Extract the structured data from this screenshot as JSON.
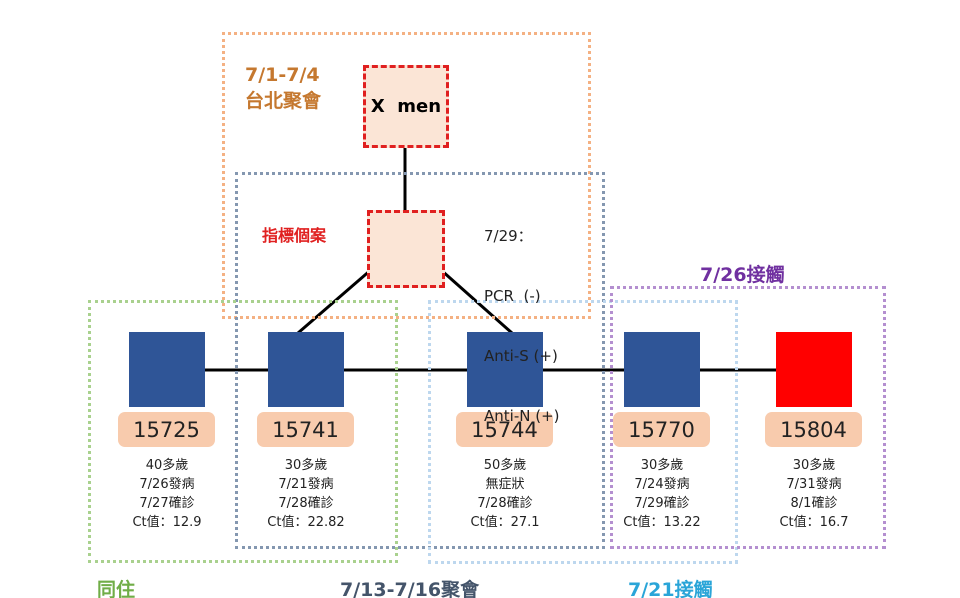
{
  "groups": {
    "taipei": {
      "date": "7/1-7/4",
      "name": "台北聚會",
      "color": "#c5782f"
    },
    "gathering": {
      "label": "7/13-7/16聚會",
      "color": "#44546a"
    },
    "household": {
      "label": "同住",
      "color": "#70ad47"
    },
    "contact721": {
      "label": "7/21接觸",
      "color": "#2aa5d8"
    },
    "contact726": {
      "label": "7/26接觸",
      "color": "#7030a0"
    }
  },
  "xmen": {
    "label": "X  men"
  },
  "index_case": {
    "label": "指標個案",
    "tests": [
      "7/29：",
      "PCR  (-)",
      "Anti-S (+)",
      "Anti-N (+)"
    ]
  },
  "cases": [
    {
      "id": "15725",
      "lines": [
        "40多歲",
        "7/26發病",
        "7/27確診",
        "Ct值：12.9"
      ],
      "color": "#2f5597"
    },
    {
      "id": "15741",
      "lines": [
        "30多歲",
        "7/21發病",
        "7/28確診",
        "Ct值：22.82"
      ],
      "color": "#2f5597"
    },
    {
      "id": "15744",
      "lines": [
        "50多歲",
        "無症狀",
        "7/28確診",
        "Ct值：27.1"
      ],
      "color": "#2f5597"
    },
    {
      "id": "15770",
      "lines": [
        "30多歲",
        "7/24發病",
        "7/29確診",
        "Ct值：13.22"
      ],
      "color": "#2f5597"
    },
    {
      "id": "15804",
      "lines": [
        "30多歲",
        "7/31發病",
        "8/1確診",
        "Ct值：16.7"
      ],
      "color": "#ff0000"
    }
  ]
}
